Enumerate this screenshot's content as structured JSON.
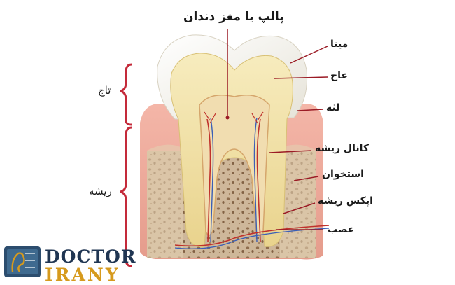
{
  "labels": {
    "pulp": "پالپ یا مغز دندان",
    "enamel": "مینا",
    "dentin": "عاج",
    "gum": "لثه",
    "root_canal": "کانال ریشه",
    "bone": "استخوان",
    "root_apex": "اپکس ریشه",
    "nerve": "عصب",
    "crown": "تاج",
    "root": "ریشه"
  },
  "logo": {
    "line1": "DOCTOR",
    "line2": "IRANY"
  },
  "colors": {
    "leader_line": "#9b1b25",
    "brace": "#c42a3a",
    "logo_dark": "#1f3552",
    "logo_gold": "#d69a1d"
  },
  "icons": [
    "logo-emblem-icon"
  ]
}
